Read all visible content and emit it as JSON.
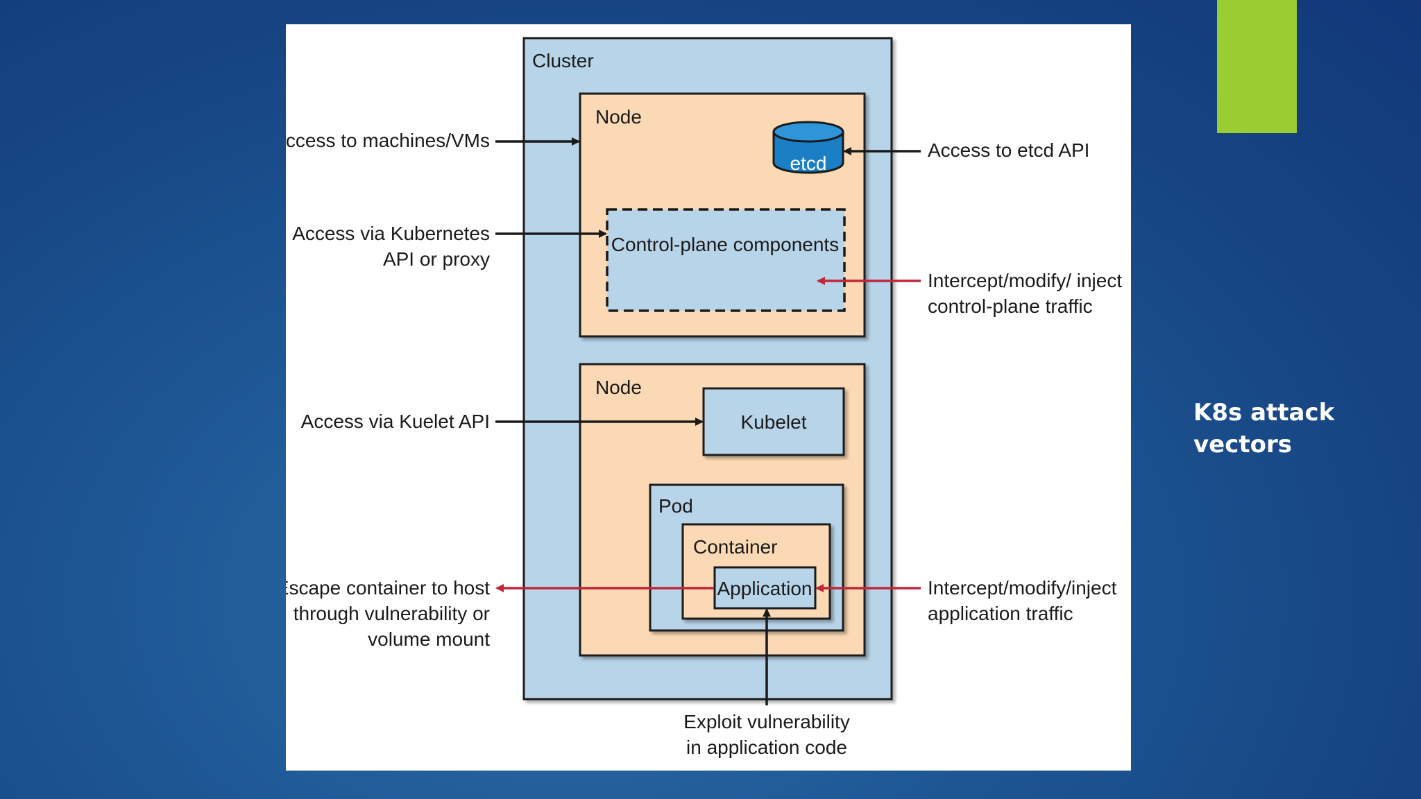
{
  "slide": {
    "title_line1": "K8s attack",
    "title_line2": "vectors",
    "accent_color": "#9acd32"
  },
  "diagram": {
    "cluster_label": "Cluster",
    "control_node_label": "Node",
    "worker_node_label": "Node",
    "etcd_label": "etcd",
    "control_plane_label": "Control-plane components",
    "kubelet_label": "Kubelet",
    "pod_label": "Pod",
    "container_label": "Container",
    "application_label": "Application",
    "vectors": {
      "machines": "Access to machines/VMs",
      "k8s_api_line1": "Access via Kubernetes",
      "k8s_api_line2": "API or proxy",
      "kubelet_api": "Access via Kuelet API",
      "escape_line1": "Escape container to host",
      "escape_line2": "through vulnerability or",
      "escape_line3": "volume mount",
      "etcd_api": "Access to etcd API",
      "cp_traffic_line1": "Intercept/modify/ inject",
      "cp_traffic_line2": "control-plane traffic",
      "app_traffic_line1": "Intercept/modify/inject",
      "app_traffic_line2": "application traffic",
      "exploit_line1": "Exploit vulnerability",
      "exploit_line2": "in application code"
    },
    "colors": {
      "cluster_fill": "#b8d4e8",
      "node_fill": "#fbd9b4",
      "box_fill": "#b8d4e8",
      "etcd_fill": "#1a7fc4",
      "black_arrow": "#1a1a1a",
      "red_arrow": "#c0273a"
    }
  }
}
